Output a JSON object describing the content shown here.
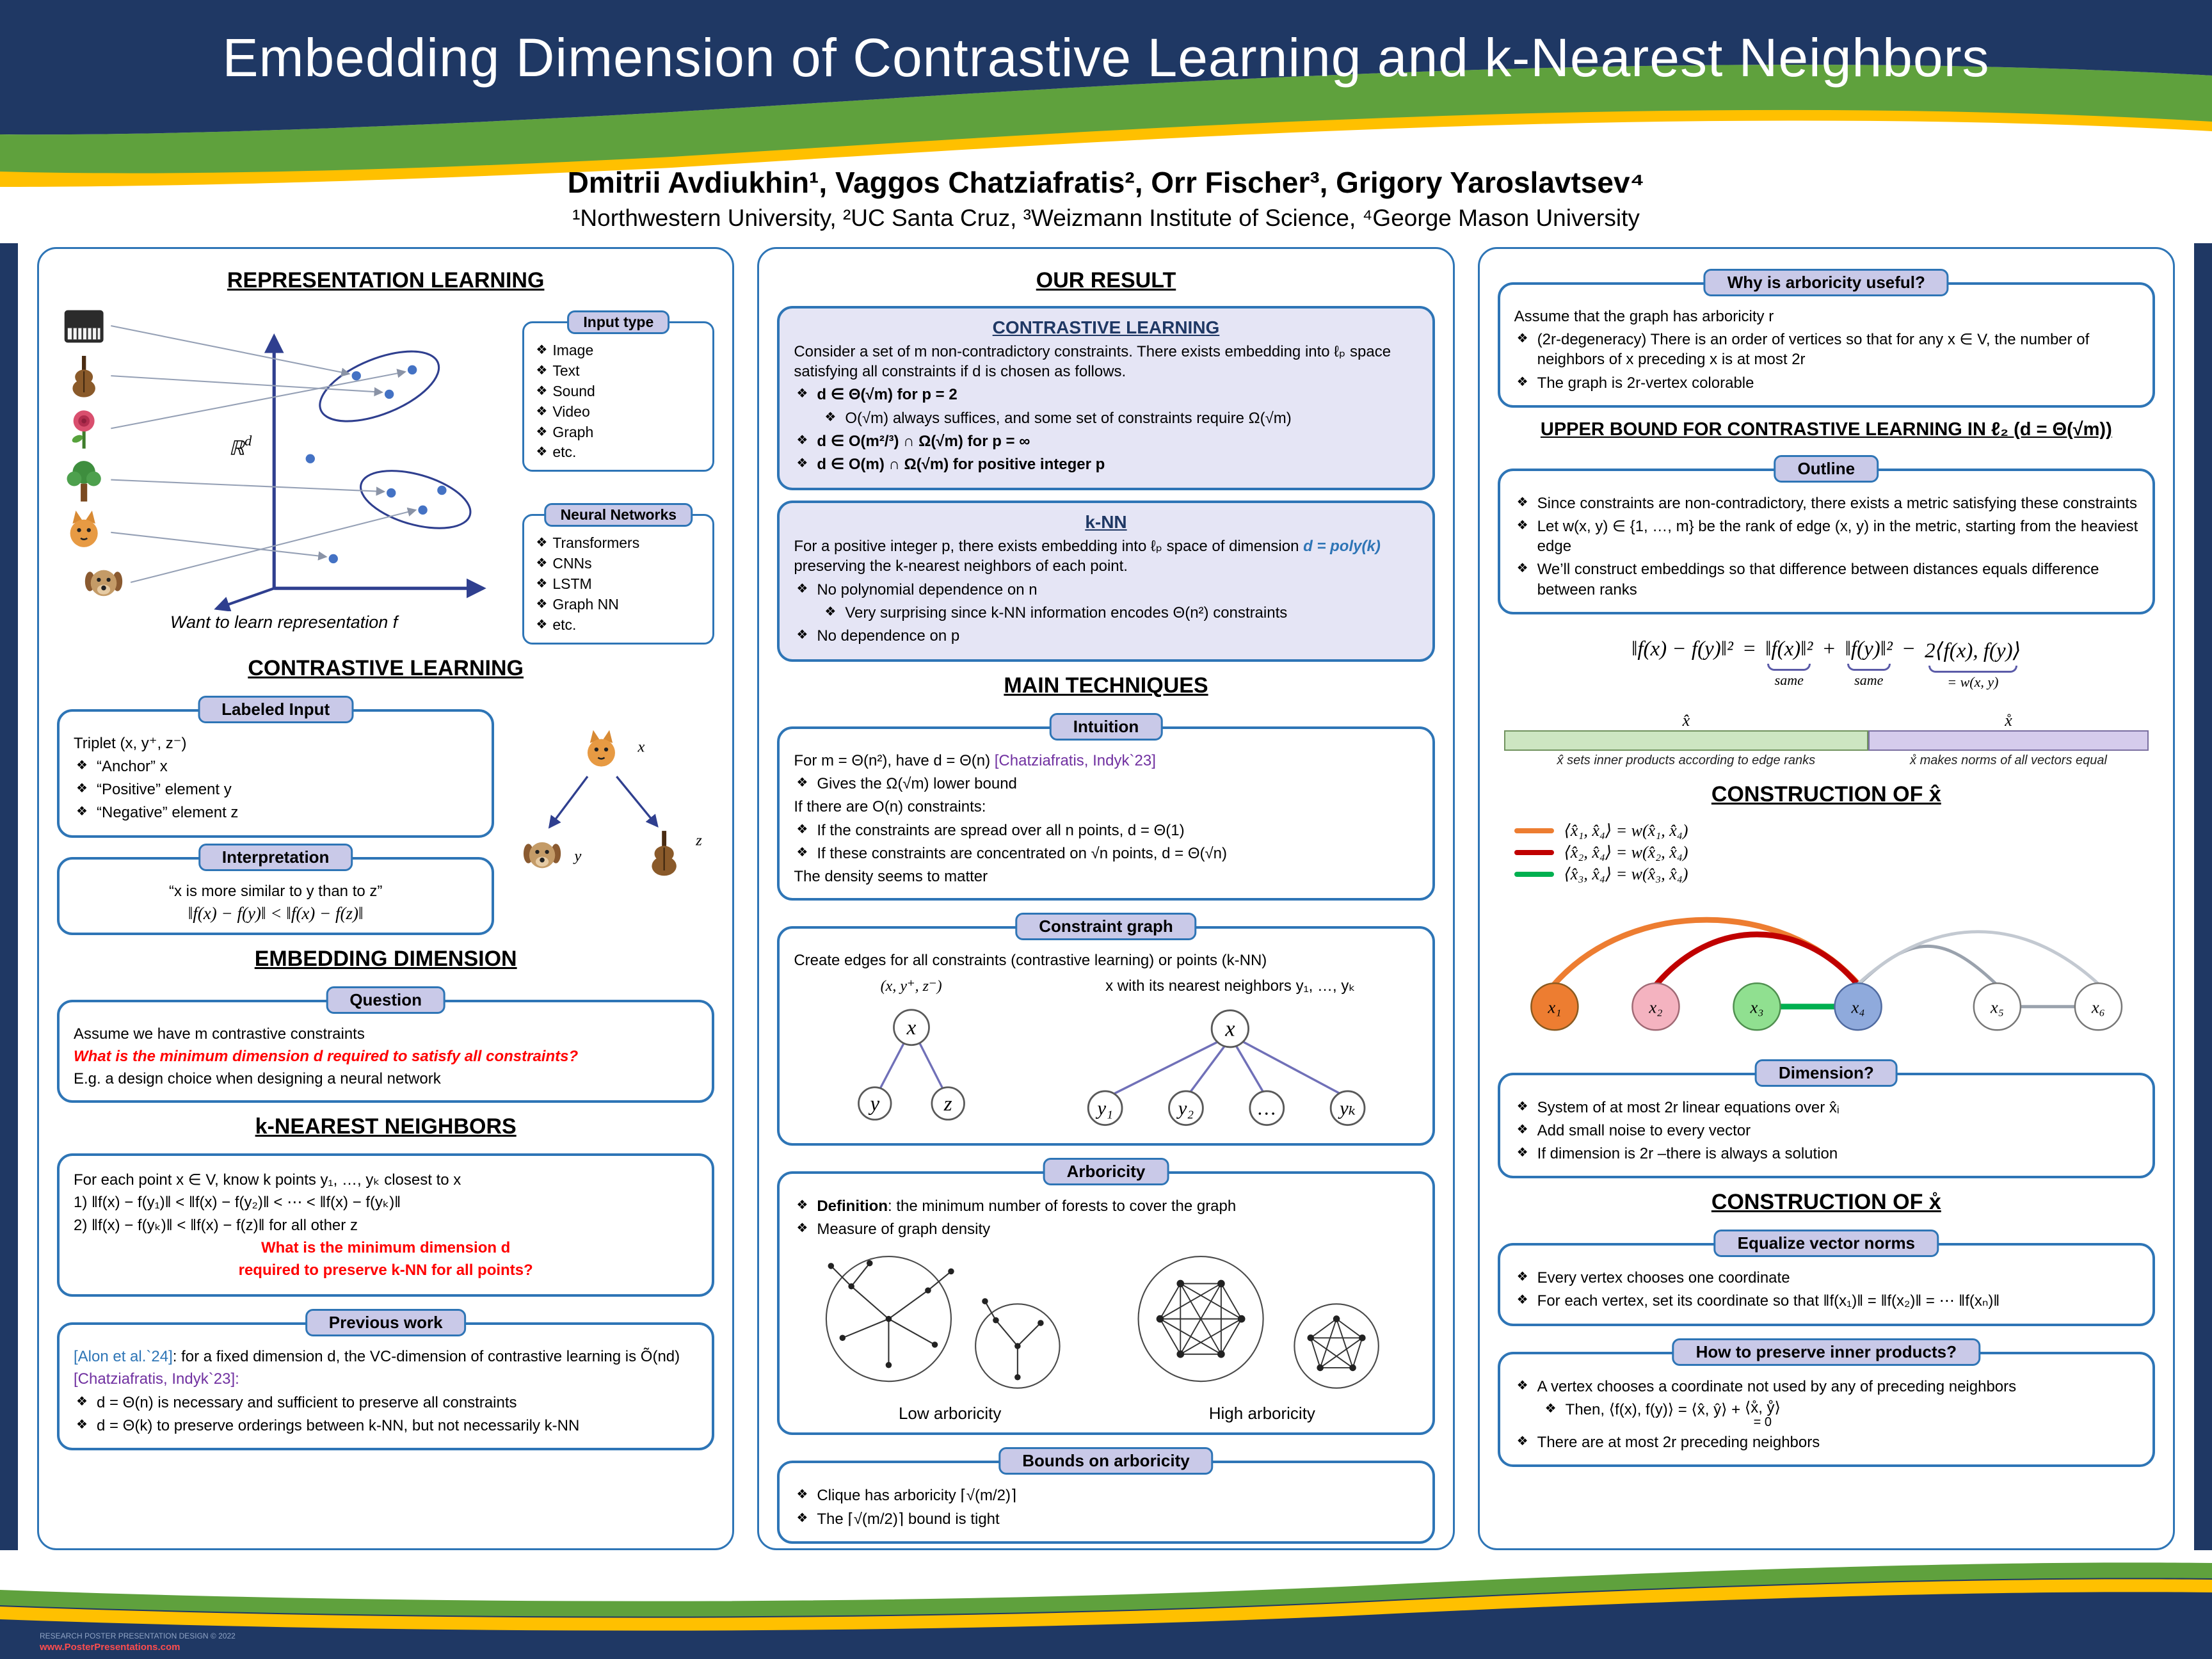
{
  "meta": {
    "accent_navy": "#1F3864",
    "accent_green": "#5FA13D",
    "accent_gold": "#FFC000",
    "box_border_blue": "#2E75B6",
    "pill_fill": "#C9C9E8",
    "lavender_fill": "#E5E5F5",
    "red_text": "#FF0000",
    "purple_cite": "#7030A0"
  },
  "header": {
    "title": "Embedding Dimension of Contrastive Learning and k-Nearest Neighbors",
    "authors": "Dmitrii Avdiukhin¹, Vaggos Chatziafratis², Orr Fischer³, Grigory Yaroslavtsev⁴",
    "affiliations": "¹Northwestern University, ²UC Santa Cruz, ³Weizmann Institute of Science, ⁴George Mason University"
  },
  "footer": {
    "credit_line1": "RESEARCH POSTER PRESENTATION DESIGN © 2022",
    "credit_line2": "www.PosterPresentations.com"
  },
  "col1": {
    "representation": {
      "heading": "REPRESENTATION LEARNING",
      "space_label_base": "ℝ",
      "space_label_exp": "d",
      "caption": "Want to learn representation f",
      "input_type": {
        "pill": "Input type",
        "items": [
          "Image",
          "Text",
          "Sound",
          "Video",
          "Graph",
          "etc."
        ]
      },
      "neural_networks": {
        "pill": "Neural Networks",
        "items": [
          "Transformers",
          "CNNs",
          "LSTM",
          "Graph NN",
          "etc."
        ]
      }
    },
    "contrastive": {
      "heading": "CONTRASTIVE LEARNING",
      "labeled_input": {
        "pill": "Labeled Input",
        "intro": "Triplet (x, y⁺, z⁻)",
        "items": [
          "“Anchor” x",
          "“Positive” element y",
          "“Negative” element z"
        ]
      },
      "figure_labels": {
        "x": "x",
        "y": "y",
        "z": "z"
      },
      "interpretation": {
        "pill": "Interpretation",
        "line1": "“x is more similar to y than to z”",
        "line2": "‖f(x) − f(y)‖ < ‖f(x) − f(z)‖"
      }
    },
    "embedding": {
      "heading": "EMBEDDING DIMENSION",
      "question": {
        "pill": "Question",
        "line1": "Assume we have m contrastive constraints",
        "line2": "What is the minimum dimension d required to satisfy all constraints?",
        "line3": "E.g. a design choice when designing a neural network"
      }
    },
    "knn": {
      "heading": "k-NEAREST NEIGHBORS",
      "line1": "For each point x ∈ V, know k points y₁, …, yₖ closest to x",
      "item1": "1)    ‖f(x) − f(y₁)‖ < ‖f(x) − f(y₂)‖ < ⋯ < ‖f(x) − f(yₖ)‖",
      "item2": "2)    ‖f(x) − f(yₖ)‖ < ‖f(x) − f(z)‖ for all other z",
      "q1": "What is the minimum dimension d",
      "q2": "required to preserve k-NN for all points?"
    },
    "previous": {
      "pill": "Previous work",
      "cite1": "[Alon et al.`24]",
      "cite1_rest": ": for a fixed dimension d, the VC-dimension of contrastive learning is Õ(nd)",
      "cite2": "[Chatziafratis, Indyk`23]:",
      "items": [
        "d = Θ(n) is necessary and sufficient to preserve all constraints",
        "d = Θ(k) to preserve orderings between k-NN, but not necessarily k-NN"
      ]
    }
  },
  "col2": {
    "our_result": {
      "heading": "OUR RESULT",
      "cl": {
        "title": "CONTRASTIVE LEARNING",
        "intro": "Consider a set of m non-contradictory constraints. There exists embedding into ℓₚ space satisfying all constraints if d is chosen as follows.",
        "b1": "d ∈ Θ(√m) for p = 2",
        "b1_sub": "O(√m) always suffices, and some set of constraints require Ω(√m)",
        "b2": "d ∈ O(m²/³) ∩ Ω(√m) for p = ∞",
        "b3": "d ∈ O(m) ∩ Ω(√m) for positive integer p"
      },
      "knn": {
        "title": "k-NN",
        "intro_pre": "For a positive integer p, there exists embedding into ℓₚ space of dimension ",
        "intro_hl": "d = poly(k)",
        "intro_post": " preserving the k-nearest neighbors of each point.",
        "b1": "No polynomial dependence on n",
        "b1_sub": "Very surprising since k-NN information encodes Θ(n²) constraints",
        "b2": "No dependence on p"
      }
    },
    "techniques": {
      "heading": "MAIN TECHNIQUES",
      "intuition": {
        "pill": "Intuition",
        "l1_pre": "For m = Θ(n²), have d = Θ(n) ",
        "l1_cite": "[Chatziafratis, Indyk`23]",
        "b1": "Gives the Ω(√m) lower bound",
        "l2": "If there are O(n) constraints:",
        "b2": "If the constraints are spread over all n points, d = Θ(1)",
        "b3": "If these constraints are concentrated on √n points, d = Θ(√n)",
        "l3": "The density seems to matter"
      },
      "constraint_graph": {
        "pill": "Constraint graph",
        "intro": "Create edges for all constraints (contrastive learning) or points (k-NN)",
        "left_caption": "(x, y⁺, z⁻)",
        "right_caption": "x with its nearest neighbors y₁, …, yₖ",
        "tree1_root": "x",
        "tree1_children": [
          "y",
          "z"
        ],
        "tree2_root": "x",
        "tree2_children": [
          "y₁",
          "y₂",
          "…",
          "yₖ"
        ]
      },
      "arboricity": {
        "pill": "Arboricity",
        "b1_bold": "Definition",
        "b1_rest": ": the minimum number of forests to cover the graph",
        "b2": "Measure of graph density",
        "low_label": "Low arboricity",
        "high_label": "High arboricity"
      },
      "bounds": {
        "pill": "Bounds on arboricity",
        "b1": "Clique has arboricity ⌈√(m/2)⌉",
        "b2": "The ⌈√(m/2)⌉ bound is tight"
      }
    }
  },
  "col3": {
    "useful": {
      "pill": "Why is arboricity useful?",
      "l1": "Assume that the graph has arboricity r",
      "b1": "(2r-degeneracy) There is an order of vertices so that for any x ∈ V, the number of neighbors of x preceding x is at most 2r",
      "b2": "The graph is 2r-vertex colorable"
    },
    "upper": {
      "heading": "UPPER BOUND FOR CONTRASTIVE LEARNING IN ℓ₂ (d = Θ(√m))",
      "outline": {
        "pill": "Outline",
        "b1": "Since constraints are non-contradictory, there exists a metric satisfying these constraints",
        "b2": "Let w(x, y) ∈ {1, …, m} be the rank of edge (x, y) in the metric, starting from the heaviest edge",
        "b3": "We’ll construct embeddings so that difference between distances equals difference between ranks"
      },
      "equation": {
        "lhs": "‖f(x) − f(y)‖²",
        "equals": "=",
        "t1": "‖f(x)‖²",
        "plus": "+",
        "t2": "‖f(y)‖²",
        "minus": "−",
        "t3": "2⟨f(x), f(y)⟩",
        "u1": "same",
        "u2": "same",
        "u3": "= w(x, y)"
      },
      "bars": {
        "hat_label": "x̂",
        "ring_label": "x̊",
        "hat_caption": "x̂ sets inner products according to edge ranks",
        "ring_caption": "x̊ makes norms of all vectors equal"
      }
    },
    "hat": {
      "heading": "CONSTRUCTION OF x̂",
      "legend": [
        {
          "color": "#ED7D31",
          "label": "⟨x̂₁, x̂₄⟩ = w(x̂₁, x̂₄)"
        },
        {
          "color": "#C00000",
          "label": "⟨x̂₂, x̂₄⟩ = w(x̂₂, x̂₄)"
        },
        {
          "color": "#00B050",
          "label": "⟨x̂₃, x̂₄⟩ = w(x̂₃, x̂₄)"
        }
      ],
      "nodes": [
        "x₁",
        "x₂",
        "x₃",
        "x₄",
        "x₅",
        "x₆"
      ],
      "node_colors": [
        "#ED7D31",
        "#F4B3C0",
        "#90E090",
        "#8FAADC",
        "#FFFFFF",
        "#FFFFFF"
      ],
      "dimension": {
        "pill": "Dimension?",
        "b1": "System of at most 2r linear equations over x̂ᵢ",
        "b2": "Add small noise to every vector",
        "b3": "If dimension is 2r –there is always a solution"
      }
    },
    "ring": {
      "heading": "CONSTRUCTION OF x̊",
      "equalize": {
        "pill": "Equalize vector norms",
        "b1": "Every vertex chooses one coordinate",
        "b2": "For each vertex, set its coordinate so that ‖f(x₁)‖ = ‖f(x₂)‖ = ⋯ ‖f(xₙ)‖"
      },
      "preserve": {
        "pill": "How to preserve inner products?",
        "b1": "A vertex chooses a coordinate not used by any of preceding neighbors",
        "b2_pre": "Then, ⟨f(x), f(y)⟩ = ⟨x̂, ŷ⟩ + ",
        "b2_term": "⟨x̊, ẙ⟩",
        "b2_zero": "= 0",
        "b3": "There are at most 2r preceding neighbors"
      }
    }
  }
}
